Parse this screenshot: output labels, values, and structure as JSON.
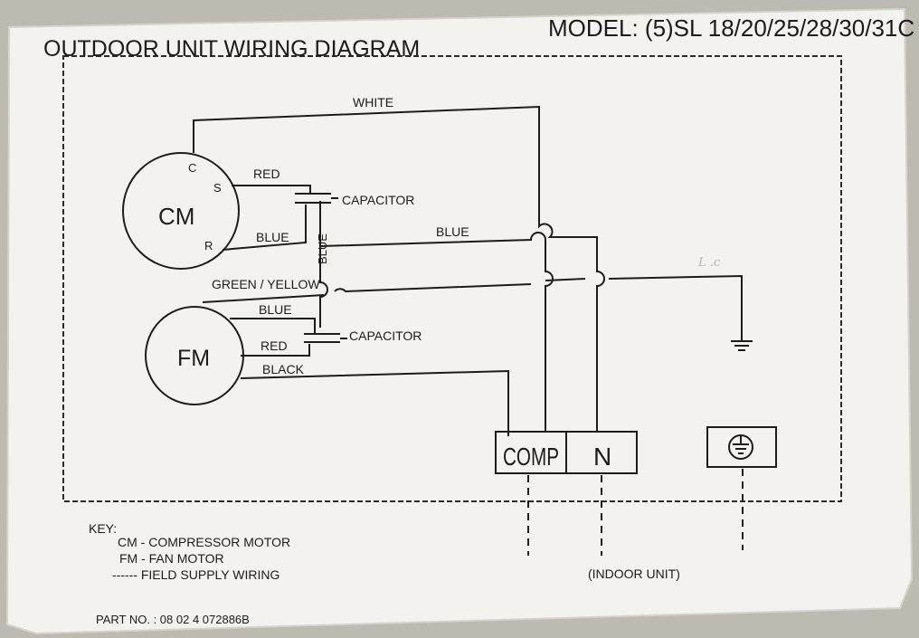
{
  "header": {
    "title": "OUTDOOR UNIT WIRING DIAGRAM",
    "model": "MODEL: (5)SL 18/20/25/28/30/31C"
  },
  "motors": {
    "compressor": {
      "label": "CM",
      "terminal_c": "C",
      "terminal_s": "S",
      "terminal_r": "R"
    },
    "fan": {
      "label": "FM"
    }
  },
  "wires": {
    "white": "WHITE",
    "red_cm": "RED",
    "blue_cm": "BLUE",
    "blue_vertical": "BLUE",
    "blue_to_terminal": "BLUE",
    "green_yellow": "GREEN / YELLOW",
    "blue_fm": "BLUE",
    "red_fm": "RED",
    "black": "BLACK"
  },
  "capacitors": {
    "compressor": "CAPACITOR",
    "fan": "CAPACITOR"
  },
  "terminal_block": {
    "comp": "COMP",
    "n": "N"
  },
  "key": {
    "title": "KEY:",
    "cm": "CM -  COMPRESSOR MOTOR",
    "fm": "FM -  FAN MOTOR",
    "field": "------  FIELD SUPPLY WIRING"
  },
  "indoor_unit": "(INDOOR UNIT)",
  "part_no": "PART NO. : 08 02 4 072886B",
  "scribble": "L .c"
}
